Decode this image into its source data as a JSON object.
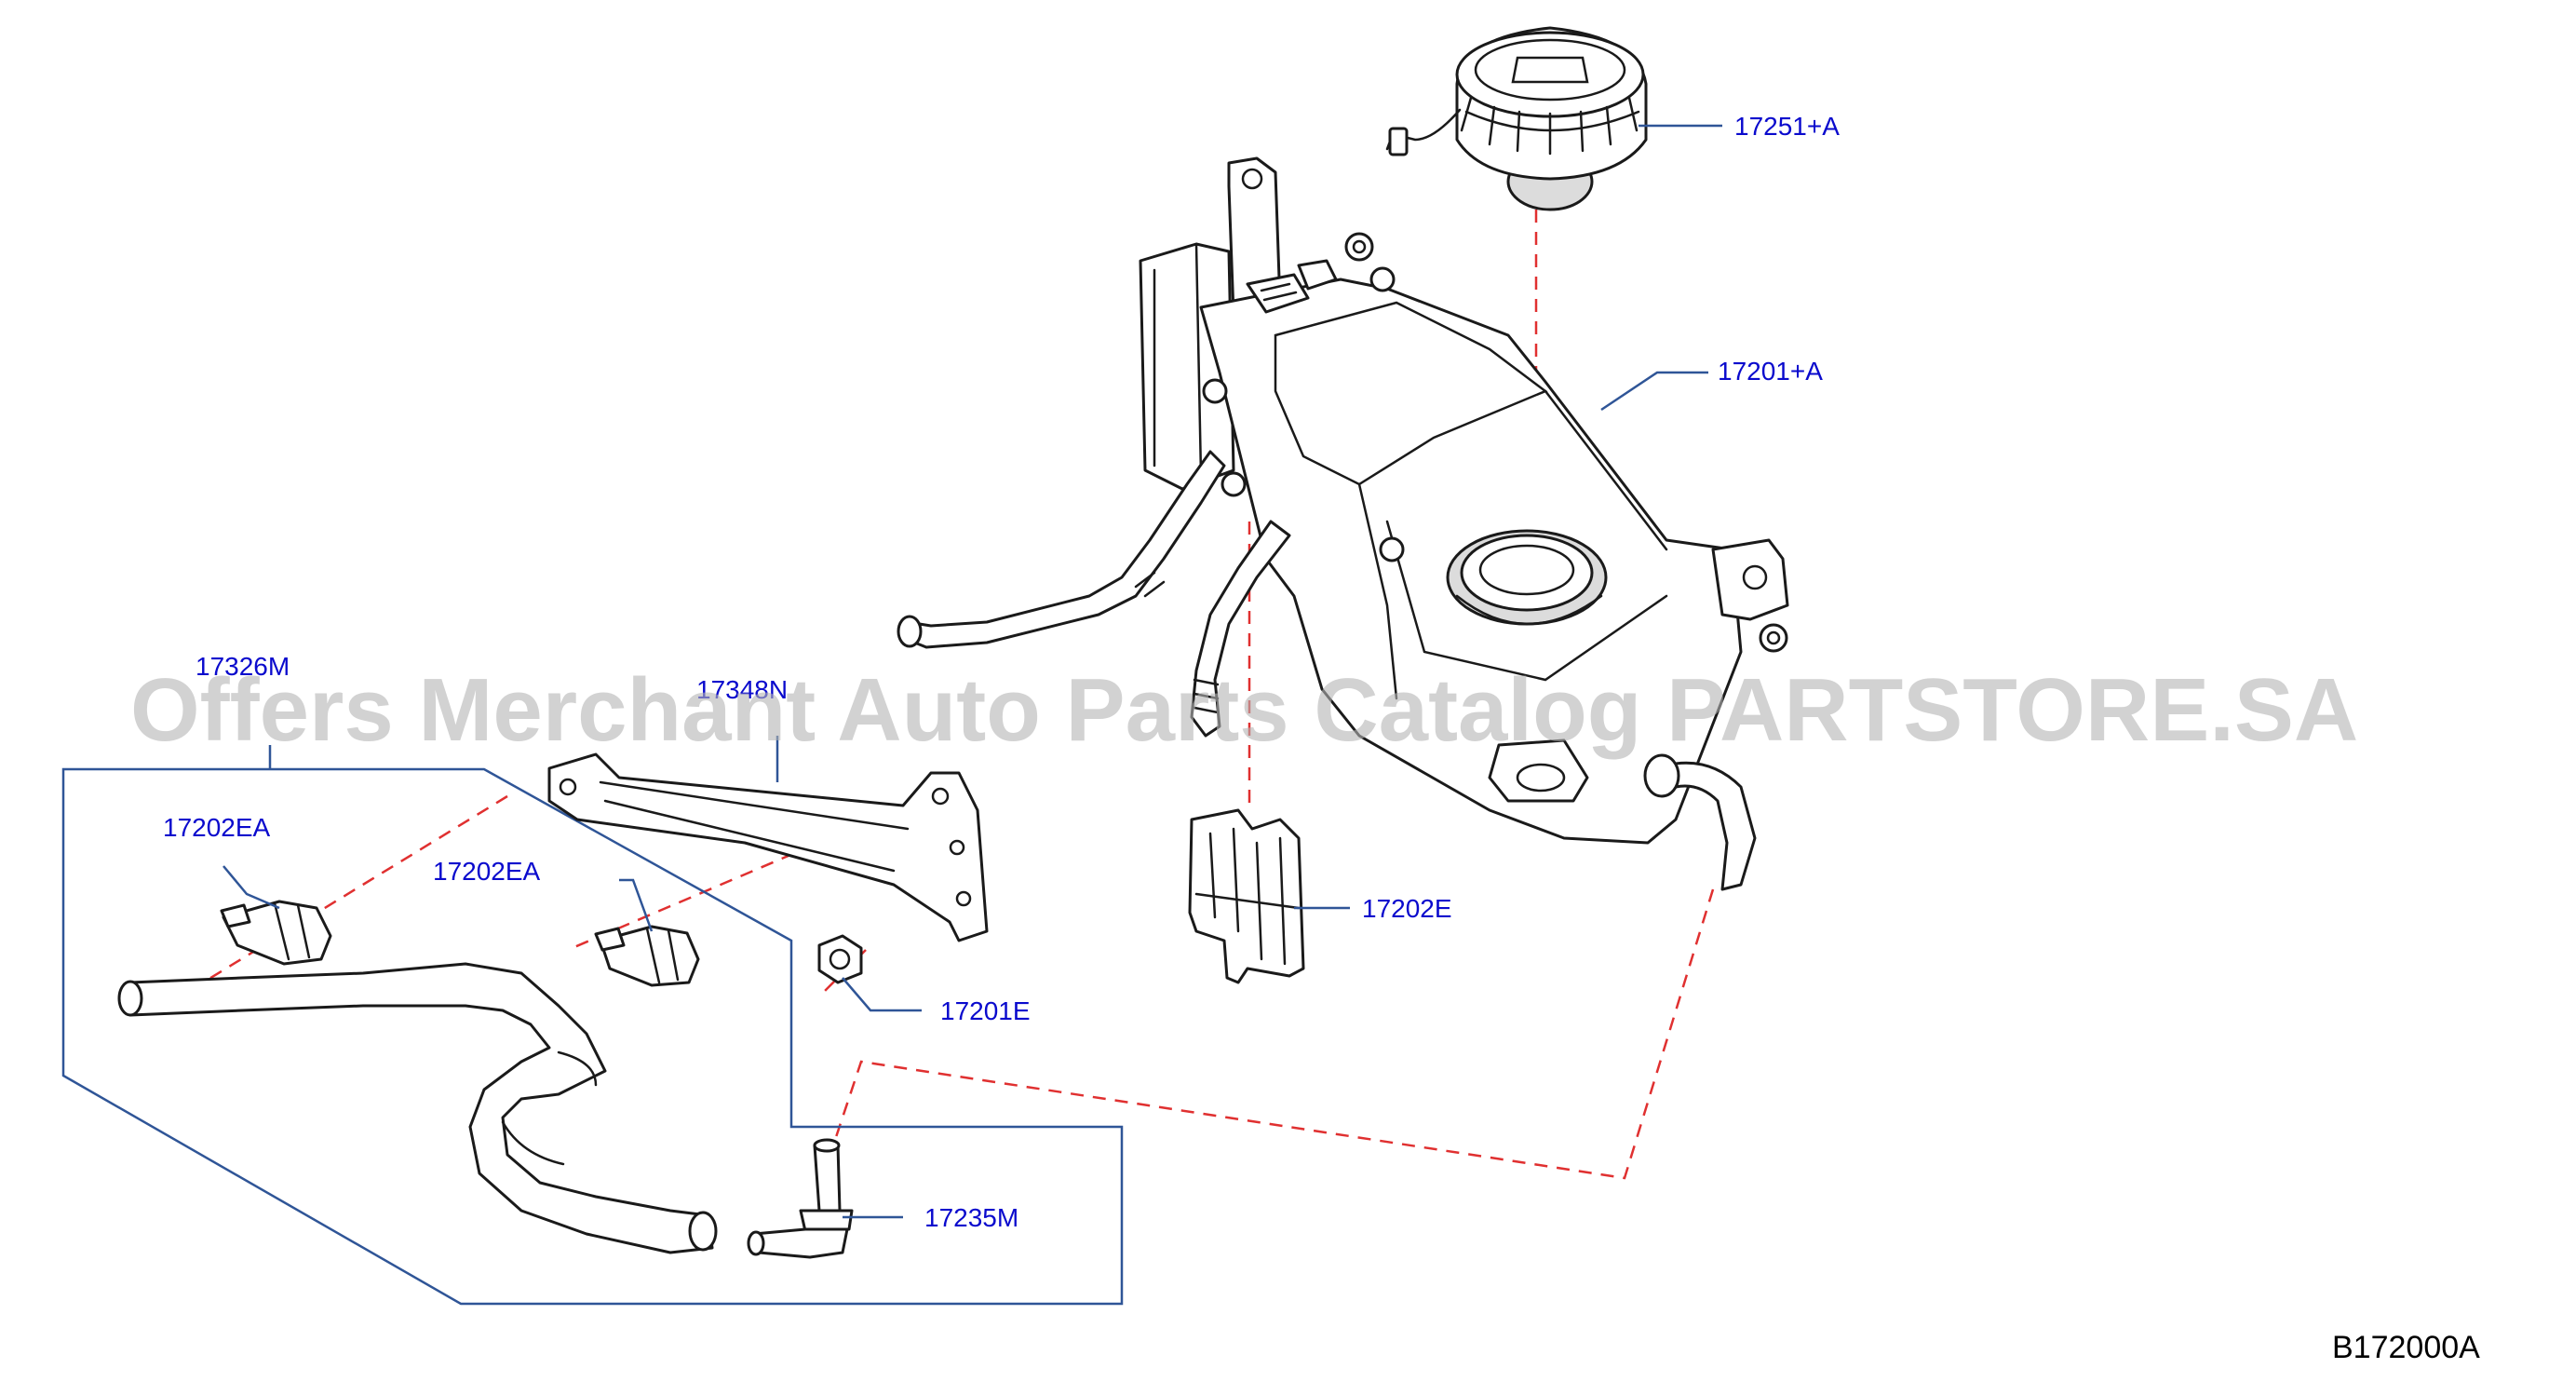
{
  "watermark": "Offers Merchant Auto Parts Catalog PARTSTORE.SA",
  "diagram_ref": "B172000A",
  "callouts": {
    "p17251A": "17251+A",
    "p17201A": "17201+A",
    "p17326M": "17326M",
    "p17348N": "17348N",
    "p17202EA_1": "17202EA",
    "p17202EA_2": "17202EA",
    "p17202E": "17202E",
    "p17201E": "17201E",
    "p17235M": "17235M"
  },
  "colors": {
    "callout_text": "#0a0acd",
    "leader_line": "#2f5597",
    "dashed_line": "#e03030",
    "watermark": "#b4b4b4"
  }
}
